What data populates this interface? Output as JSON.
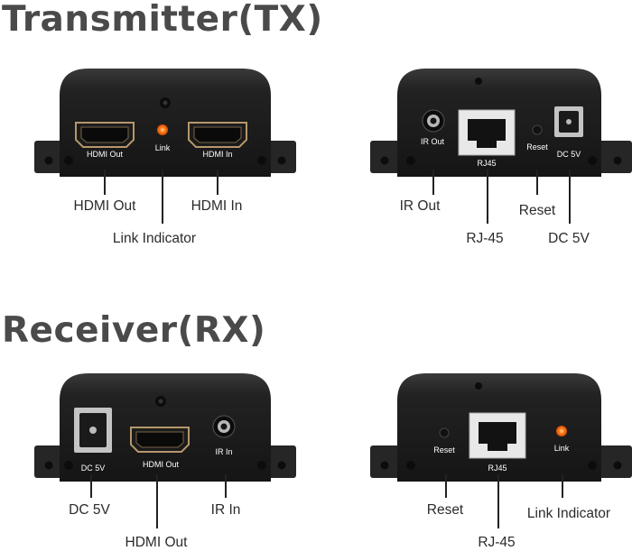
{
  "titles": {
    "tx": "Transmitter(TX)",
    "rx": "Receiver(RX)"
  },
  "tx_front": {
    "panel": {
      "hdmi_out": "HDMI Out",
      "link": "Link",
      "hdmi_in": "HDMI In"
    },
    "callouts": {
      "hdmi_out": "HDMI Out",
      "link_indicator": "Link Indicator",
      "hdmi_in": "HDMI In"
    }
  },
  "tx_back": {
    "panel": {
      "ir_out": "IR Out",
      "rj45": "RJ45",
      "reset": "Reset",
      "dc5v": "DC 5V"
    },
    "callouts": {
      "ir_out": "IR Out",
      "rj45": "RJ-45",
      "reset": "Reset",
      "dc5v": "DC 5V"
    }
  },
  "rx_front": {
    "panel": {
      "dc5v": "DC 5V",
      "hdmi_out": "HDMI Out",
      "ir_in": "IR In"
    },
    "callouts": {
      "dc5v": "DC 5V",
      "hdmi_out": "HDMI Out",
      "ir_in": "IR In"
    }
  },
  "rx_back": {
    "panel": {
      "reset": "Reset",
      "rj45": "RJ45",
      "link": "Link"
    },
    "callouts": {
      "reset": "Reset",
      "rj45": "RJ-45",
      "link_indicator": "Link Indicator"
    }
  },
  "colors": {
    "body": "#1f1f1f",
    "flange": "#262626",
    "led": "#ff7a1a",
    "port_gold": "#b5976b"
  }
}
